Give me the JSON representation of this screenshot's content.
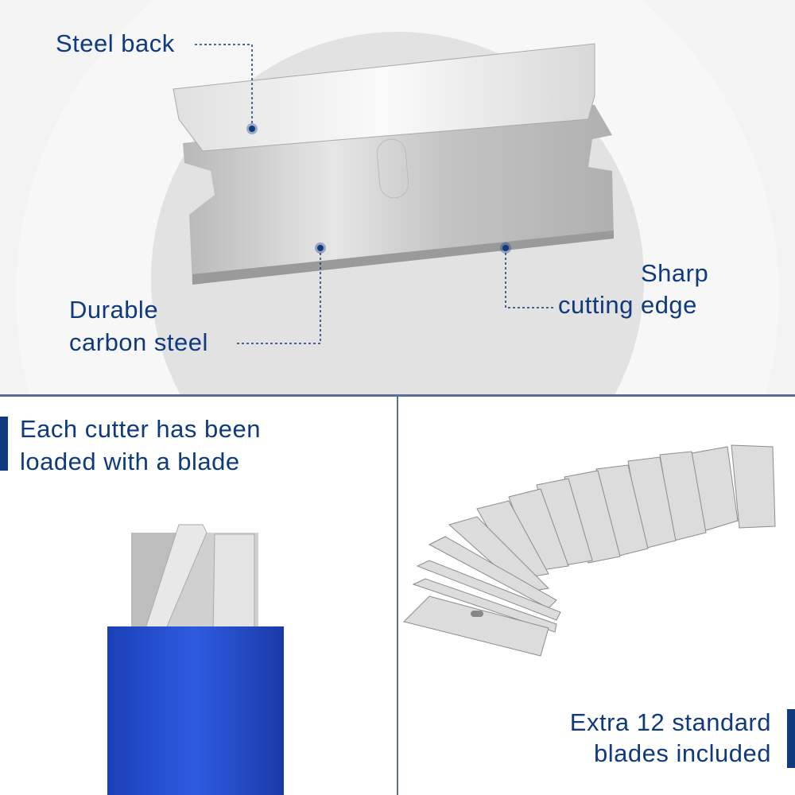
{
  "top_panel": {
    "label_steel_back": "Steel back",
    "label_carbon_line1": "Durable",
    "label_carbon_line2": "carbon steel",
    "label_edge_line1": "Sharp",
    "label_edge_line2": "cutting edge"
  },
  "left_panel": {
    "caption_line1": "Each cutter has been",
    "caption_line2": "loaded with a blade"
  },
  "right_panel": {
    "caption_line1": "Extra 12 standard",
    "caption_line2": "blades included"
  },
  "colors": {
    "accent": "#0f3a7e",
    "cutter_blue": "#1f45c8",
    "steel": "#c8c8c8"
  }
}
